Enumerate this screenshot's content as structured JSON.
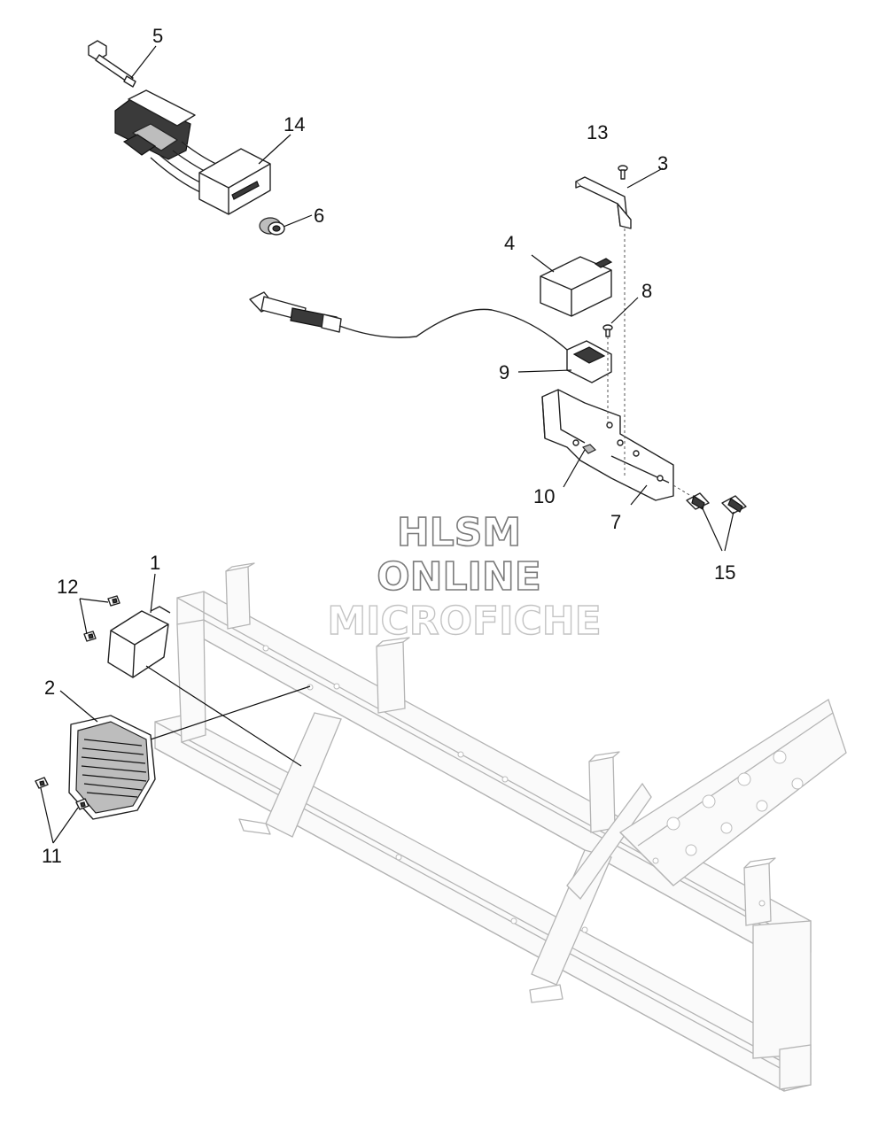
{
  "watermark": {
    "line1": "HLSM",
    "line2": "ONLINE",
    "line3": "MICROFICHE"
  },
  "callouts": {
    "c1": "1",
    "c2": "2",
    "c3": "3",
    "c4": "4",
    "c5": "5",
    "c6": "6",
    "c7": "7",
    "c8": "8",
    "c9": "9",
    "c10": "10",
    "c11": "11",
    "c12": "12",
    "c13": "13",
    "c14": "14",
    "c15": "15"
  },
  "colors": {
    "line": "#222222",
    "frame": "#b4b4b4",
    "watermark_dark": "#7a7a7a",
    "watermark_light": "#c4c4c4"
  }
}
